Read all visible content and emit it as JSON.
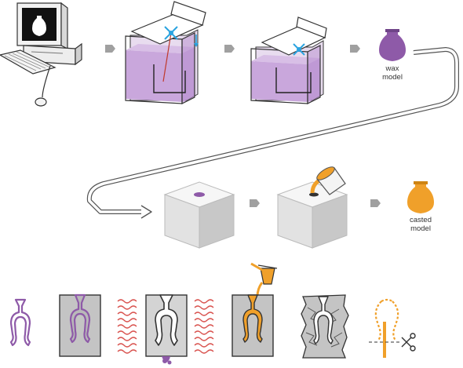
{
  "labels": {
    "wax_model_line1": "wax",
    "wax_model_line2": "model",
    "casted_model_line1": "casted",
    "casted_model_line2": "model"
  },
  "colors": {
    "wax_purple": "#8e5aa8",
    "resin_light": "#d2b6e0",
    "metal_orange": "#f0a02a",
    "laser_blue": "#2aa3e0",
    "arrow_gray": "#a0a0a0",
    "heat_red": "#d9534f",
    "mold_gray": "#bdbdbd"
  },
  "icons": [
    "computer-icon",
    "arrow-icon",
    "laser-icon",
    "scissors-icon",
    "heat-wave-icon",
    "crucible-icon"
  ]
}
